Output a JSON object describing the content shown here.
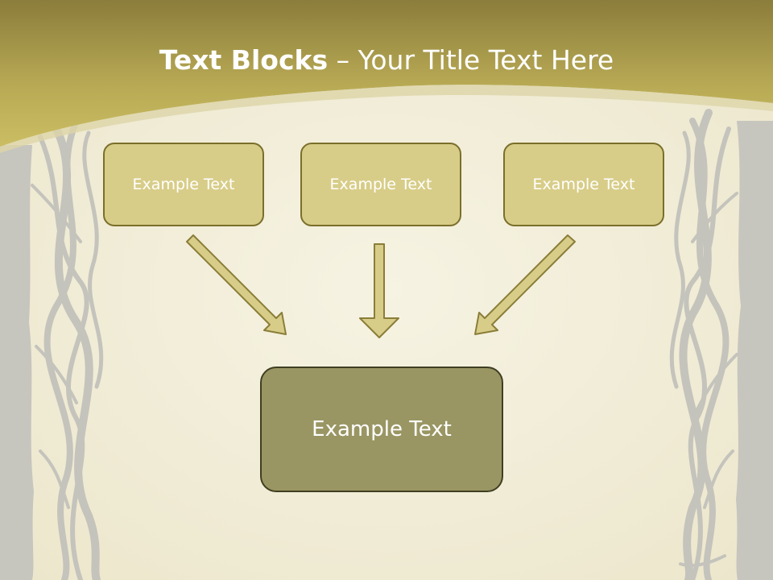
{
  "slide": {
    "title_bold": "Text Blocks",
    "title_dash": " – ",
    "title_rest": "Your Title Text Here"
  },
  "diagram": {
    "top_boxes": [
      "Example Text",
      "Example Text",
      "Example Text"
    ],
    "bottom_box": "Example Text",
    "arrows": [
      {
        "from": "top_boxes.0",
        "to": "bottom_box"
      },
      {
        "from": "top_boxes.1",
        "to": "bottom_box"
      },
      {
        "from": "top_boxes.2",
        "to": "bottom_box"
      }
    ]
  },
  "colors": {
    "header_gold": "#c2b55a",
    "header_dark": "#8b7d3b",
    "background": "#f3efdc",
    "box_fill": "#d8cd88",
    "box_border": "#7a6f2a",
    "arrow_fill": "#d8cd88",
    "arrow_stroke": "#8a7d38",
    "center_box_fill": "#9a9664",
    "center_box_border": "#3f3e22",
    "vine_gray": "#c4c3bc"
  }
}
